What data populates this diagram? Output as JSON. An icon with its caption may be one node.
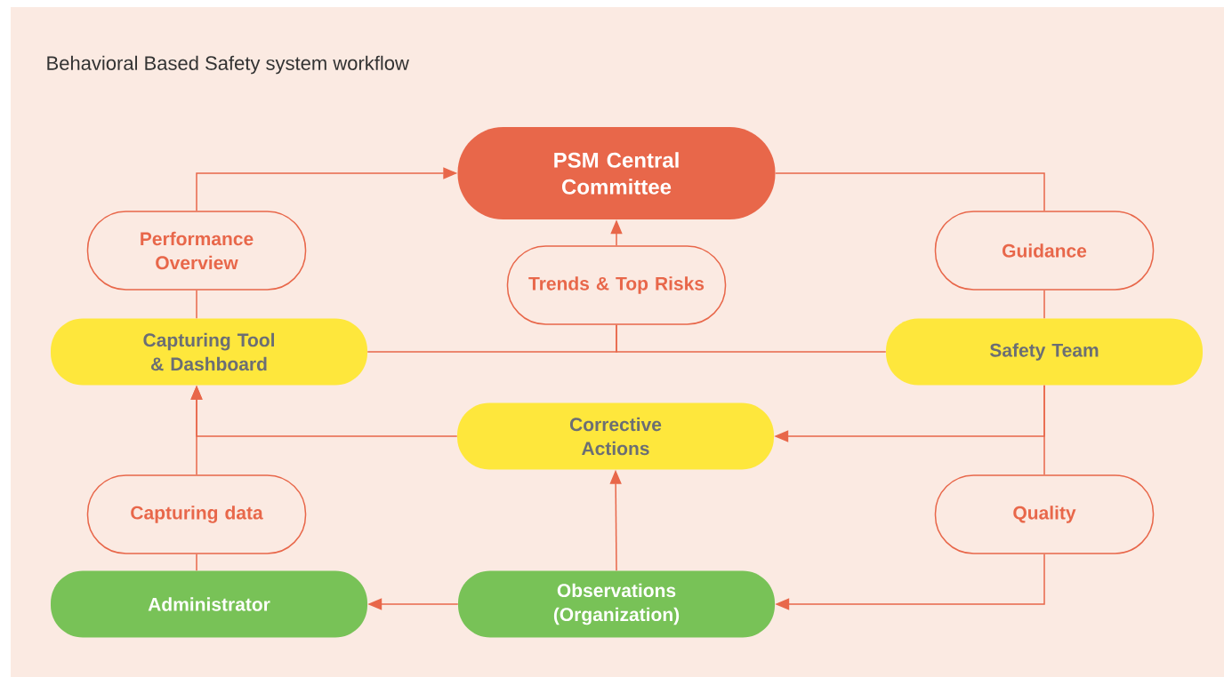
{
  "diagram": {
    "title": "Behavioral Based Safety system workflow",
    "nodes": [
      {
        "text": [
          "PSM Central Committee"
        ]
      },
      {
        "text": [
          "Performance Overview"
        ]
      },
      {
        "text": [
          "Guidance"
        ]
      },
      {
        "text": [
          "Trends & Top Risks"
        ]
      },
      {
        "text": [
          "Capturing Tool & Dashboard"
        ]
      },
      {
        "text": [
          "Safety Team"
        ]
      },
      {
        "text": [
          "Corrective Actions"
        ]
      },
      {
        "text": [
          "Capturing data"
        ]
      },
      {
        "text": [
          "Quality"
        ]
      },
      {
        "text": [
          "Administrator"
        ]
      },
      {
        "text": [
          "Observations (Organization)"
        ]
      }
    ],
    "edges": [
      {
        "from": 1,
        "to": 0,
        "arrow": "to"
      },
      {
        "from": 4,
        "to": 1,
        "arrow": "none"
      },
      {
        "from": 0,
        "to": 2,
        "arrow": "none"
      },
      {
        "from": 2,
        "to": 5,
        "arrow": "none"
      },
      {
        "from": 4,
        "to": 3,
        "arrow": "none"
      },
      {
        "from": 5,
        "to": 3,
        "arrow": "none"
      },
      {
        "from": 3,
        "to": 0,
        "arrow": "to"
      },
      {
        "from": 7,
        "to": 4,
        "arrow": "to"
      },
      {
        "from": 6,
        "to": 4,
        "arrow": "to"
      },
      {
        "from": 9,
        "to": 7,
        "arrow": "none"
      },
      {
        "from": 5,
        "to": 6,
        "arrow": "to"
      },
      {
        "from": 5,
        "to": 8,
        "arrow": "none"
      },
      {
        "from": 8,
        "to": 10,
        "arrow": "to"
      },
      {
        "from": 10,
        "to": 6,
        "arrow": "to"
      },
      {
        "from": 10,
        "to": 9,
        "arrow": "to"
      }
    ]
  }
}
